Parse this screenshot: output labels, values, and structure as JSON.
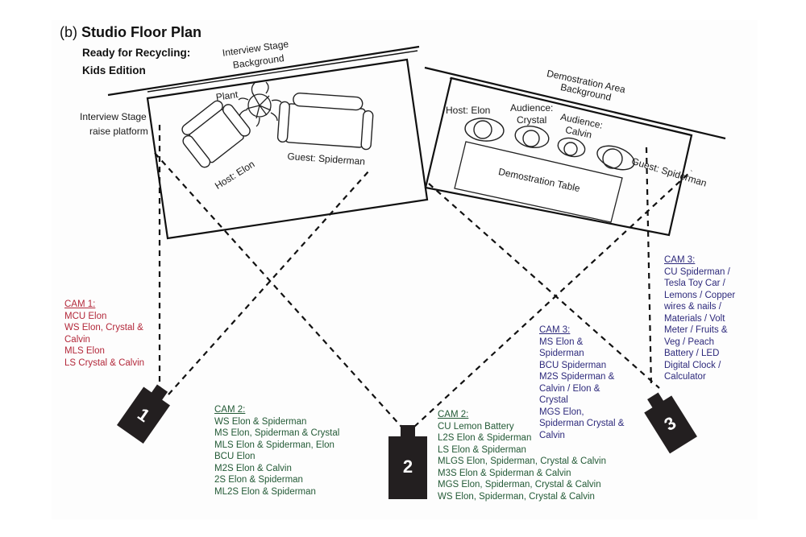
{
  "title": {
    "prefix": "(b)",
    "main": "Studio Floor Plan"
  },
  "subtitle": {
    "line1": "Ready for Recycling:",
    "line2": "Kids Edition"
  },
  "interview_stage": {
    "background_label_1": "Interview Stage",
    "background_label_2": "Background",
    "platform_label_1": "Interview Stage",
    "platform_label_2": "raise platform",
    "plant_label": "Plant",
    "host_label": "Host: Elon",
    "guest_label": "Guest: Spiderman"
  },
  "demo_area": {
    "background_label_1": "Demostration Area",
    "background_label_2": "Background",
    "host_label": "Host: Elon",
    "audience_crystal_1": "Audience:",
    "audience_crystal_2": "Crystal",
    "audience_calvin_1": "Audience:",
    "audience_calvin_2": "Calvin",
    "guest_label": "Guest: Spiderman",
    "table_label": "Demostration Table"
  },
  "cameras": [
    {
      "number": "1"
    },
    {
      "number": "2"
    },
    {
      "number": "3"
    }
  ],
  "shot_lists": {
    "cam1": {
      "heading": "CAM 1:",
      "lines": [
        "MCU Elon",
        "WS Elon, Crystal &",
        "Calvin",
        "MLS Elon",
        "LS Crystal & Calvin"
      ],
      "color": "#b3283a"
    },
    "cam2_interview": {
      "heading": "CAM 2:",
      "lines": [
        "WS Elon & Spiderman",
        "MS Elon, Spiderman & Crystal",
        "MLS Elon & Spiderman, Elon",
        "BCU Elon",
        "M2S Elon & Calvin",
        "2S Elon & Spiderman",
        "ML2S Elon & Spiderman"
      ],
      "color": "#235a36"
    },
    "cam2_demo": {
      "heading": "CAM 2:",
      "lines": [
        "CU Lemon Battery",
        "L2S Elon & Spiderman",
        "LS Elon & Spiderman",
        "MLGS Elon, Spiderman, Crystal & Calvin",
        "M3S Elon & Spiderman & Calvin",
        "MGS Elon, Spiderman, Crystal & Calvin",
        "WS Elon, Spiderman, Crystal & Calvin"
      ],
      "color": "#235a36"
    },
    "cam3_interview": {
      "heading": "CAM 3:",
      "lines": [
        "MS Elon &",
        "Spiderman",
        "BCU Spiderman",
        "M2S Spiderman &",
        "Calvin / Elon &",
        "Crystal",
        "MGS Elon,",
        "Spiderman Crystal &",
        "Calvin"
      ],
      "color": "#2e2a7c"
    },
    "cam3_demo": {
      "heading": "CAM 3:",
      "lines": [
        "CU Spiderman /",
        "Tesla Toy Car /",
        "Lemons / Copper",
        "wires & nails /",
        "Materials / Volt",
        "Meter / Fruits &",
        "Veg / Peach",
        "Battery / LED",
        "Digital Clock /",
        "Calculator"
      ],
      "color": "#2e2a7c"
    }
  }
}
